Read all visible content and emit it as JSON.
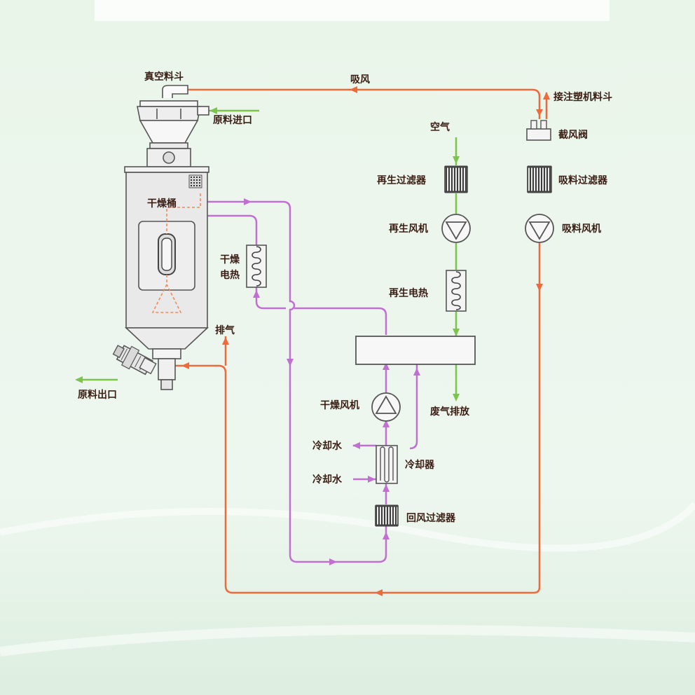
{
  "colors": {
    "suction_line": "#ee6a3a",
    "dry_air_line": "#c070d0",
    "regen_air_line": "#7cc44c",
    "outline": "#555555",
    "label_text": "#3a1e14"
  },
  "labels": {
    "vacuum_hopper": "真空料斗",
    "material_inlet": "原料进口",
    "suction_air": "吸风",
    "to_injection_hopper": "接注塑机料斗",
    "cutoff_valve": "截风阀",
    "suction_filter": "吸料过滤器",
    "suction_fan": "吸料风机",
    "air": "空气",
    "regen_filter": "再生过滤器",
    "regen_fan": "再生风机",
    "regen_heater": "再生电热",
    "drying_hopper": "干燥桶",
    "dry_heater_line1": "干燥",
    "dry_heater_line2": "电热",
    "exhaust": "排气",
    "material_outlet": "原料出口",
    "dry_fan": "干燥风机",
    "waste_gas": "废气排放",
    "cooling_water_out": "冷却水",
    "cooling_water_in": "冷却水",
    "cooler": "冷却器",
    "return_filter": "回风过滤器"
  }
}
